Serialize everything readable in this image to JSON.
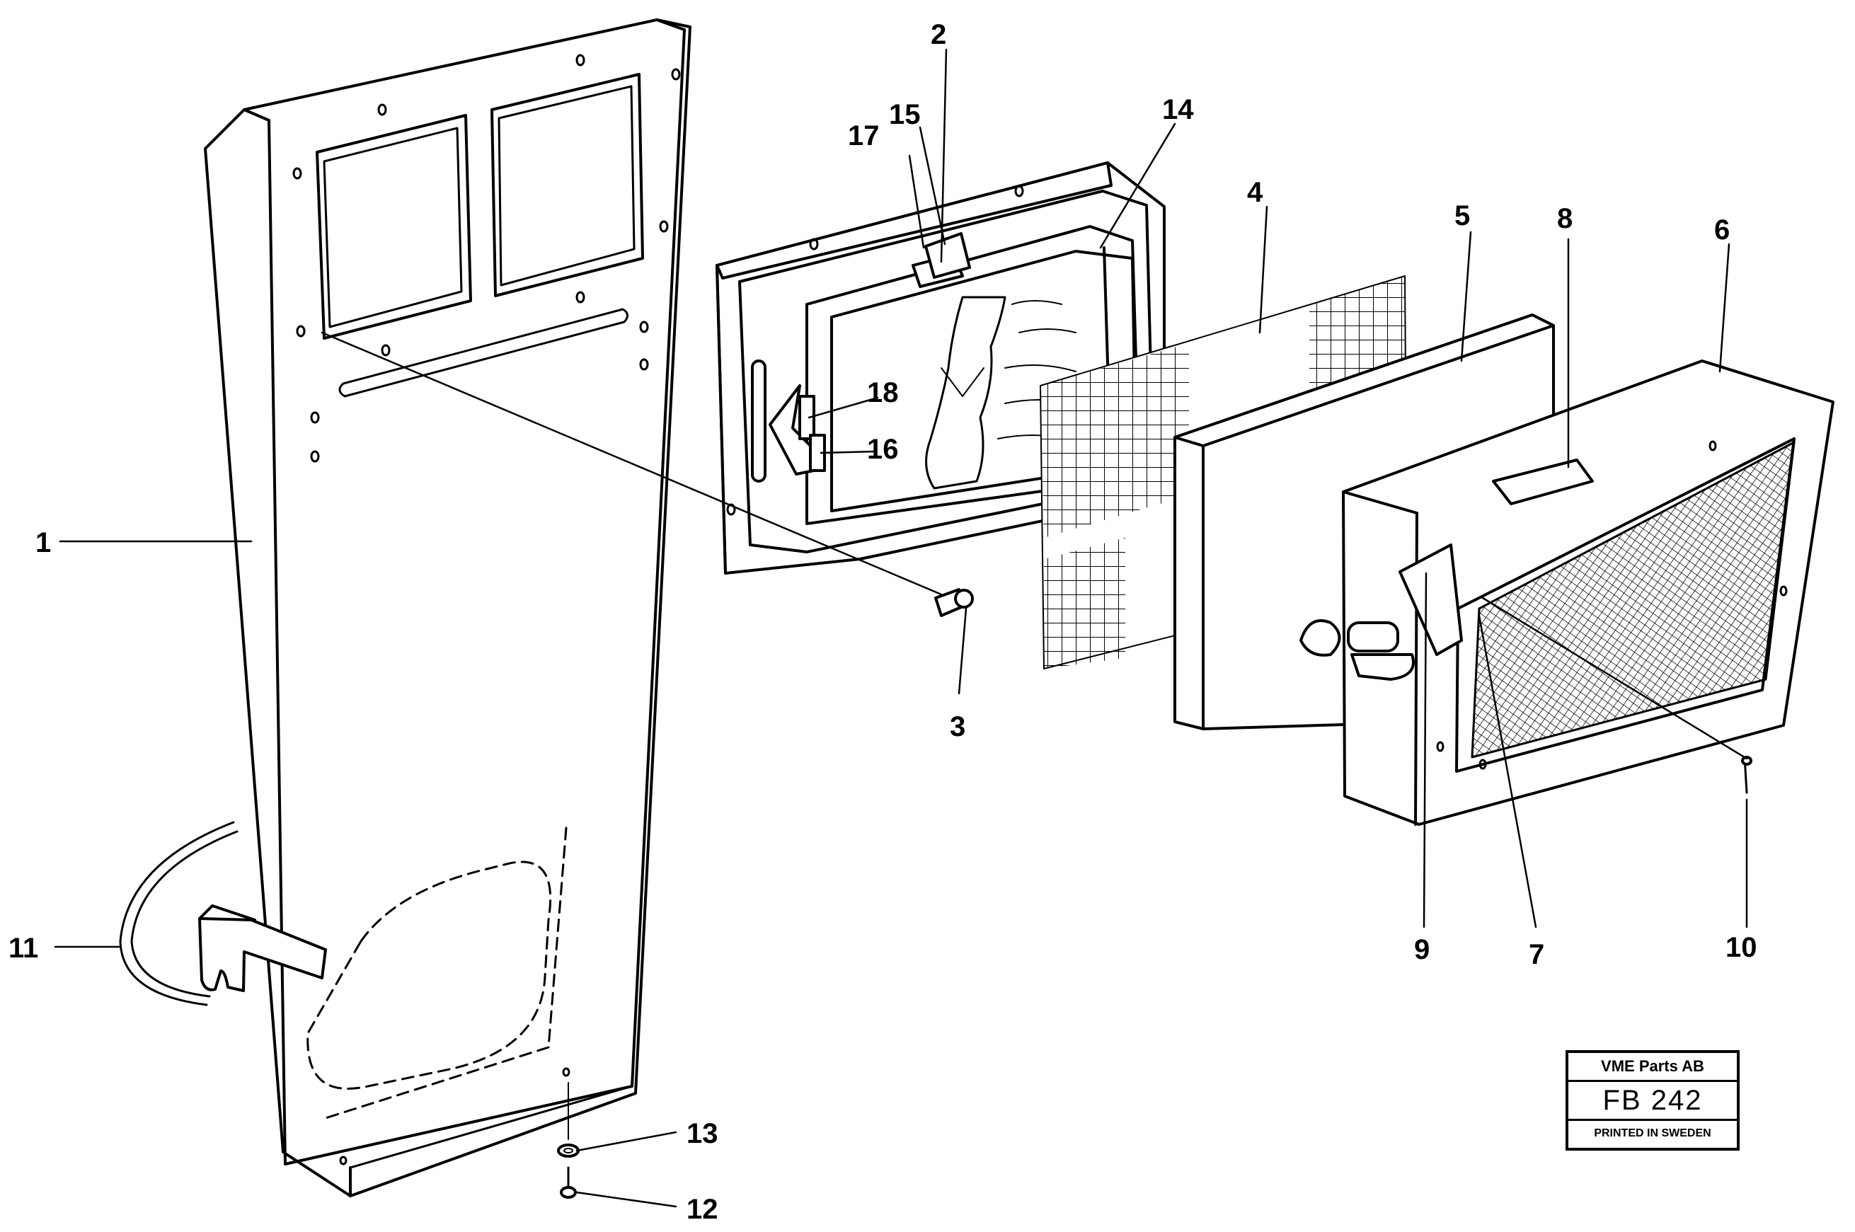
{
  "diagram": {
    "callouts": [
      {
        "id": "callout-1",
        "text": "1"
      },
      {
        "id": "callout-2",
        "text": "2"
      },
      {
        "id": "callout-3",
        "text": "3"
      },
      {
        "id": "callout-4",
        "text": "4"
      },
      {
        "id": "callout-5",
        "text": "5"
      },
      {
        "id": "callout-6",
        "text": "6"
      },
      {
        "id": "callout-7",
        "text": "7"
      },
      {
        "id": "callout-8",
        "text": "8"
      },
      {
        "id": "callout-9",
        "text": "9"
      },
      {
        "id": "callout-10",
        "text": "10"
      },
      {
        "id": "callout-11",
        "text": "11"
      },
      {
        "id": "callout-12",
        "text": "12"
      },
      {
        "id": "callout-13",
        "text": "13"
      },
      {
        "id": "callout-14",
        "text": "14"
      },
      {
        "id": "callout-15",
        "text": "15"
      },
      {
        "id": "callout-16",
        "text": "16"
      },
      {
        "id": "callout-17",
        "text": "17"
      },
      {
        "id": "callout-18",
        "text": "18"
      }
    ]
  },
  "title_block": {
    "company": "VME Parts AB",
    "drawing_number": "FB 242",
    "printed": "PRINTED IN SWEDEN"
  }
}
